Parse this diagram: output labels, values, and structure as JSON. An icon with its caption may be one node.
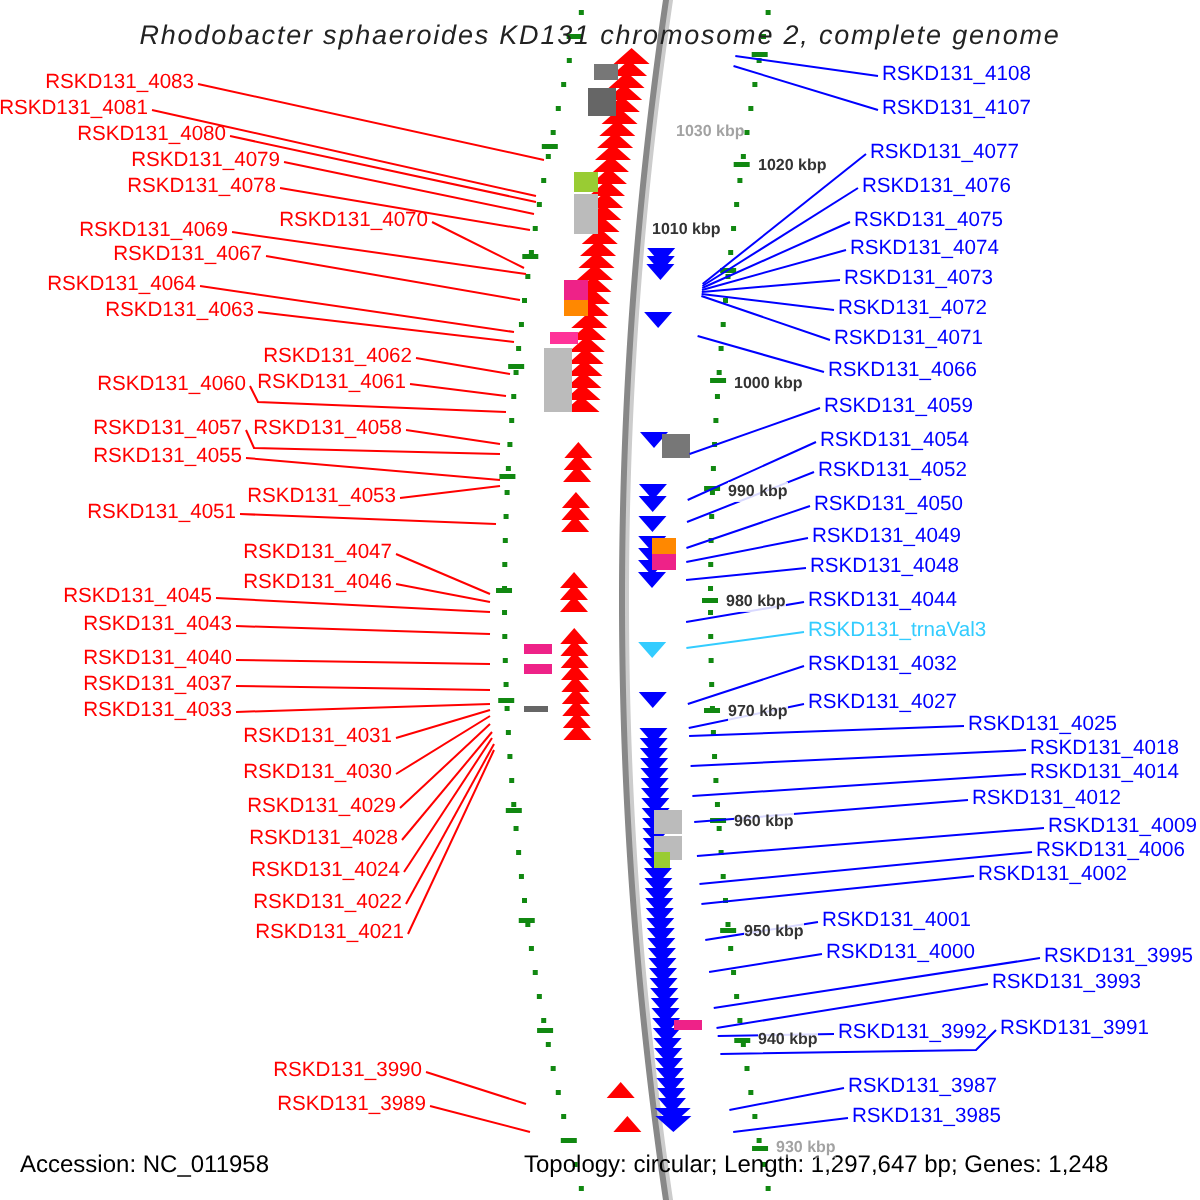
{
  "diagram": {
    "title": "Rhodobacter sphaeroides KD131 chromosome 2, complete genome",
    "nodes": [
      {
        "text": [
          "RSKD131_4083"
        ]
      },
      {
        "text": [
          "RSKD131_4081"
        ]
      },
      {
        "text": [
          "RSKD131_4080"
        ]
      },
      {
        "text": [
          "RSKD131_4079"
        ]
      },
      {
        "text": [
          "RSKD131_4078"
        ]
      },
      {
        "text": [
          "RSKD131_4069"
        ]
      },
      {
        "text": [
          "RSKD131_4070"
        ]
      },
      {
        "text": [
          "RSKD131_4067"
        ]
      },
      {
        "text": [
          "RSKD131_4064"
        ]
      },
      {
        "text": [
          "RSKD131_4063"
        ]
      },
      {
        "text": [
          "RSKD131_4062"
        ]
      },
      {
        "text": [
          "RSKD131_4060"
        ]
      },
      {
        "text": [
          "RSKD131_4061"
        ]
      },
      {
        "text": [
          "RSKD131_4057"
        ]
      },
      {
        "text": [
          "RSKD131_4058"
        ]
      },
      {
        "text": [
          "RSKD131_4055"
        ]
      },
      {
        "text": [
          "RSKD131_4053"
        ]
      },
      {
        "text": [
          "RSKD131_4051"
        ]
      },
      {
        "text": [
          "RSKD131_4047"
        ]
      },
      {
        "text": [
          "RSKD131_4046"
        ]
      },
      {
        "text": [
          "RSKD131_4045"
        ]
      },
      {
        "text": [
          "RSKD131_4043"
        ]
      },
      {
        "text": [
          "RSKD131_4040"
        ]
      },
      {
        "text": [
          "RSKD131_4037"
        ]
      },
      {
        "text": [
          "RSKD131_4033"
        ]
      },
      {
        "text": [
          "RSKD131_4031"
        ]
      },
      {
        "text": [
          "RSKD131_4030"
        ]
      },
      {
        "text": [
          "RSKD131_4029"
        ]
      },
      {
        "text": [
          "RSKD131_4028"
        ]
      },
      {
        "text": [
          "RSKD131_4024"
        ]
      },
      {
        "text": [
          "RSKD131_4022"
        ]
      },
      {
        "text": [
          "RSKD131_4021"
        ]
      },
      {
        "text": [
          "RSKD131_3990"
        ]
      },
      {
        "text": [
          "RSKD131_3989"
        ]
      },
      {
        "text": [
          "RSKD131_4108"
        ]
      },
      {
        "text": [
          "RSKD131_4107"
        ]
      },
      {
        "text": [
          "RSKD131_4077"
        ]
      },
      {
        "text": [
          "RSKD131_4076"
        ]
      },
      {
        "text": [
          "RSKD131_4075"
        ]
      },
      {
        "text": [
          "RSKD131_4074"
        ]
      },
      {
        "text": [
          "RSKD131_4073"
        ]
      },
      {
        "text": [
          "RSKD131_4072"
        ]
      },
      {
        "text": [
          "RSKD131_4071"
        ]
      },
      {
        "text": [
          "RSKD131_4066"
        ]
      },
      {
        "text": [
          "RSKD131_4059"
        ]
      },
      {
        "text": [
          "RSKD131_4054"
        ]
      },
      {
        "text": [
          "RSKD131_4052"
        ]
      },
      {
        "text": [
          "RSKD131_4050"
        ]
      },
      {
        "text": [
          "RSKD131_4049"
        ]
      },
      {
        "text": [
          "RSKD131_4048"
        ]
      },
      {
        "text": [
          "RSKD131_4044"
        ]
      },
      {
        "text": [
          "RSKD131_trnaVal3"
        ]
      },
      {
        "text": [
          "RSKD131_4032"
        ]
      },
      {
        "text": [
          "RSKD131_4027"
        ]
      },
      {
        "text": [
          "RSKD131_4025"
        ]
      },
      {
        "text": [
          "RSKD131_4018"
        ]
      },
      {
        "text": [
          "RSKD131_4014"
        ]
      },
      {
        "text": [
          "RSKD131_4012"
        ]
      },
      {
        "text": [
          "RSKD131_4009"
        ]
      },
      {
        "text": [
          "RSKD131_4006"
        ]
      },
      {
        "text": [
          "RSKD131_4002"
        ]
      },
      {
        "text": [
          "RSKD131_4001"
        ]
      },
      {
        "text": [
          "RSKD131_4000"
        ]
      },
      {
        "text": [
          "RSKD131_3995"
        ]
      },
      {
        "text": [
          "RSKD131_3993"
        ]
      },
      {
        "text": [
          "RSKD131_3992"
        ]
      },
      {
        "text": [
          "RSKD131_3991"
        ]
      },
      {
        "text": [
          "RSKD131_3987"
        ]
      },
      {
        "text": [
          "RSKD131_3985"
        ]
      }
    ],
    "edges": [
      {
        "from": 0,
        "to": null,
        "arrow": "none",
        "color": "#ff0000"
      },
      {
        "from": 1,
        "to": null,
        "arrow": "none",
        "color": "#ff0000"
      },
      {
        "from": 2,
        "to": null,
        "arrow": "none",
        "color": "#ff0000"
      },
      {
        "from": 3,
        "to": null,
        "arrow": "none",
        "color": "#ff0000"
      },
      {
        "from": 4,
        "to": null,
        "arrow": "none",
        "color": "#ff0000"
      },
      {
        "from": 5,
        "to": null,
        "arrow": "none",
        "color": "#ff0000"
      },
      {
        "from": 6,
        "to": null,
        "arrow": "none",
        "color": "#ff0000"
      },
      {
        "from": 7,
        "to": null,
        "arrow": "none",
        "color": "#ff0000"
      },
      {
        "from": 8,
        "to": null,
        "arrow": "none",
        "color": "#ff0000"
      },
      {
        "from": 9,
        "to": null,
        "arrow": "none",
        "color": "#ff0000"
      },
      {
        "from": 10,
        "to": null,
        "arrow": "none",
        "color": "#ff0000"
      },
      {
        "from": 11,
        "to": null,
        "arrow": "none",
        "color": "#ff0000"
      },
      {
        "from": 12,
        "to": null,
        "arrow": "none",
        "color": "#ff0000"
      },
      {
        "from": 13,
        "to": null,
        "arrow": "none",
        "color": "#ff0000"
      },
      {
        "from": 14,
        "to": null,
        "arrow": "none",
        "color": "#ff0000"
      },
      {
        "from": 15,
        "to": null,
        "arrow": "none",
        "color": "#ff0000"
      },
      {
        "from": 16,
        "to": null,
        "arrow": "none",
        "color": "#ff0000"
      },
      {
        "from": 17,
        "to": null,
        "arrow": "none",
        "color": "#ff0000"
      },
      {
        "from": 18,
        "to": null,
        "arrow": "none",
        "color": "#ff0000"
      },
      {
        "from": 19,
        "to": null,
        "arrow": "none",
        "color": "#ff0000"
      },
      {
        "from": 20,
        "to": null,
        "arrow": "none",
        "color": "#ff0000"
      },
      {
        "from": 21,
        "to": null,
        "arrow": "none",
        "color": "#ff0000"
      },
      {
        "from": 22,
        "to": null,
        "arrow": "none",
        "color": "#ff0000"
      },
      {
        "from": 23,
        "to": null,
        "arrow": "none",
        "color": "#ff0000"
      },
      {
        "from": 24,
        "to": null,
        "arrow": "none",
        "color": "#ff0000"
      },
      {
        "from": 25,
        "to": null,
        "arrow": "none",
        "color": "#ff0000"
      },
      {
        "from": 26,
        "to": null,
        "arrow": "none",
        "color": "#ff0000"
      },
      {
        "from": 27,
        "to": null,
        "arrow": "none",
        "color": "#ff0000"
      },
      {
        "from": 28,
        "to": null,
        "arrow": "none",
        "color": "#ff0000"
      },
      {
        "from": 29,
        "to": null,
        "arrow": "none",
        "color": "#ff0000"
      },
      {
        "from": 30,
        "to": null,
        "arrow": "none",
        "color": "#ff0000"
      },
      {
        "from": 31,
        "to": null,
        "arrow": "none",
        "color": "#ff0000"
      },
      {
        "from": 32,
        "to": null,
        "arrow": "none",
        "color": "#ff0000"
      },
      {
        "from": 33,
        "to": null,
        "arrow": "none",
        "color": "#ff0000"
      },
      {
        "from": 34,
        "to": null,
        "arrow": "none",
        "color": "#0000ff"
      },
      {
        "from": 35,
        "to": null,
        "arrow": "none",
        "color": "#0000ff"
      },
      {
        "from": 36,
        "to": null,
        "arrow": "none",
        "color": "#0000ff"
      },
      {
        "from": 37,
        "to": null,
        "arrow": "none",
        "color": "#0000ff"
      },
      {
        "from": 38,
        "to": null,
        "arrow": "none",
        "color": "#0000ff"
      },
      {
        "from": 39,
        "to": null,
        "arrow": "none",
        "color": "#0000ff"
      },
      {
        "from": 40,
        "to": null,
        "arrow": "none",
        "color": "#0000ff"
      },
      {
        "from": 41,
        "to": null,
        "arrow": "none",
        "color": "#0000ff"
      },
      {
        "from": 42,
        "to": null,
        "arrow": "none",
        "color": "#0000ff"
      },
      {
        "from": 43,
        "to": null,
        "arrow": "none",
        "color": "#0000ff"
      },
      {
        "from": 44,
        "to": null,
        "arrow": "none",
        "color": "#0000ff"
      },
      {
        "from": 45,
        "to": null,
        "arrow": "none",
        "color": "#0000ff"
      },
      {
        "from": 46,
        "to": null,
        "arrow": "none",
        "color": "#0000ff"
      },
      {
        "from": 47,
        "to": null,
        "arrow": "none",
        "color": "#0000ff"
      },
      {
        "from": 48,
        "to": null,
        "arrow": "none",
        "color": "#0000ff"
      },
      {
        "from": 49,
        "to": null,
        "arrow": "none",
        "color": "#0000ff"
      },
      {
        "from": 50,
        "to": null,
        "arrow": "none",
        "color": "#0000ff"
      },
      {
        "from": 51,
        "to": null,
        "arrow": "none",
        "color": "#33ccff"
      },
      {
        "from": 52,
        "to": null,
        "arrow": "none",
        "color": "#0000ff"
      },
      {
        "from": 53,
        "to": null,
        "arrow": "none",
        "color": "#0000ff"
      },
      {
        "from": 54,
        "to": null,
        "arrow": "none",
        "color": "#0000ff"
      },
      {
        "from": 55,
        "to": null,
        "arrow": "none",
        "color": "#0000ff"
      },
      {
        "from": 56,
        "to": null,
        "arrow": "none",
        "color": "#0000ff"
      },
      {
        "from": 57,
        "to": null,
        "arrow": "none",
        "color": "#0000ff"
      },
      {
        "from": 58,
        "to": null,
        "arrow": "none",
        "color": "#0000ff"
      },
      {
        "from": 59,
        "to": null,
        "arrow": "none",
        "color": "#0000ff"
      },
      {
        "from": 60,
        "to": null,
        "arrow": "none",
        "color": "#0000ff"
      },
      {
        "from": 61,
        "to": null,
        "arrow": "none",
        "color": "#0000ff"
      },
      {
        "from": 62,
        "to": null,
        "arrow": "none",
        "color": "#0000ff"
      },
      {
        "from": 63,
        "to": null,
        "arrow": "none",
        "color": "#0000ff"
      },
      {
        "from": 64,
        "to": null,
        "arrow": "none",
        "color": "#0000ff"
      },
      {
        "from": 65,
        "to": null,
        "arrow": "none",
        "color": "#0000ff"
      },
      {
        "from": 66,
        "to": null,
        "arrow": "none",
        "color": "#0000ff"
      },
      {
        "from": 67,
        "to": null,
        "arrow": "none",
        "color": "#0000ff"
      },
      {
        "from": 68,
        "to": null,
        "arrow": "none",
        "color": "#0000ff"
      }
    ],
    "labels": [
      "1030 kbp",
      "1020 kbp",
      "1010 kbp",
      "1000 kbp",
      "990 kbp",
      "980 kbp",
      "970 kbp",
      "960 kbp",
      "950 kbp",
      "940 kbp",
      "930 kbp",
      "Accession: NC_011958",
      "Topology: circular; Length: 1,297,647 bp; Genes: 1,248"
    ]
  }
}
